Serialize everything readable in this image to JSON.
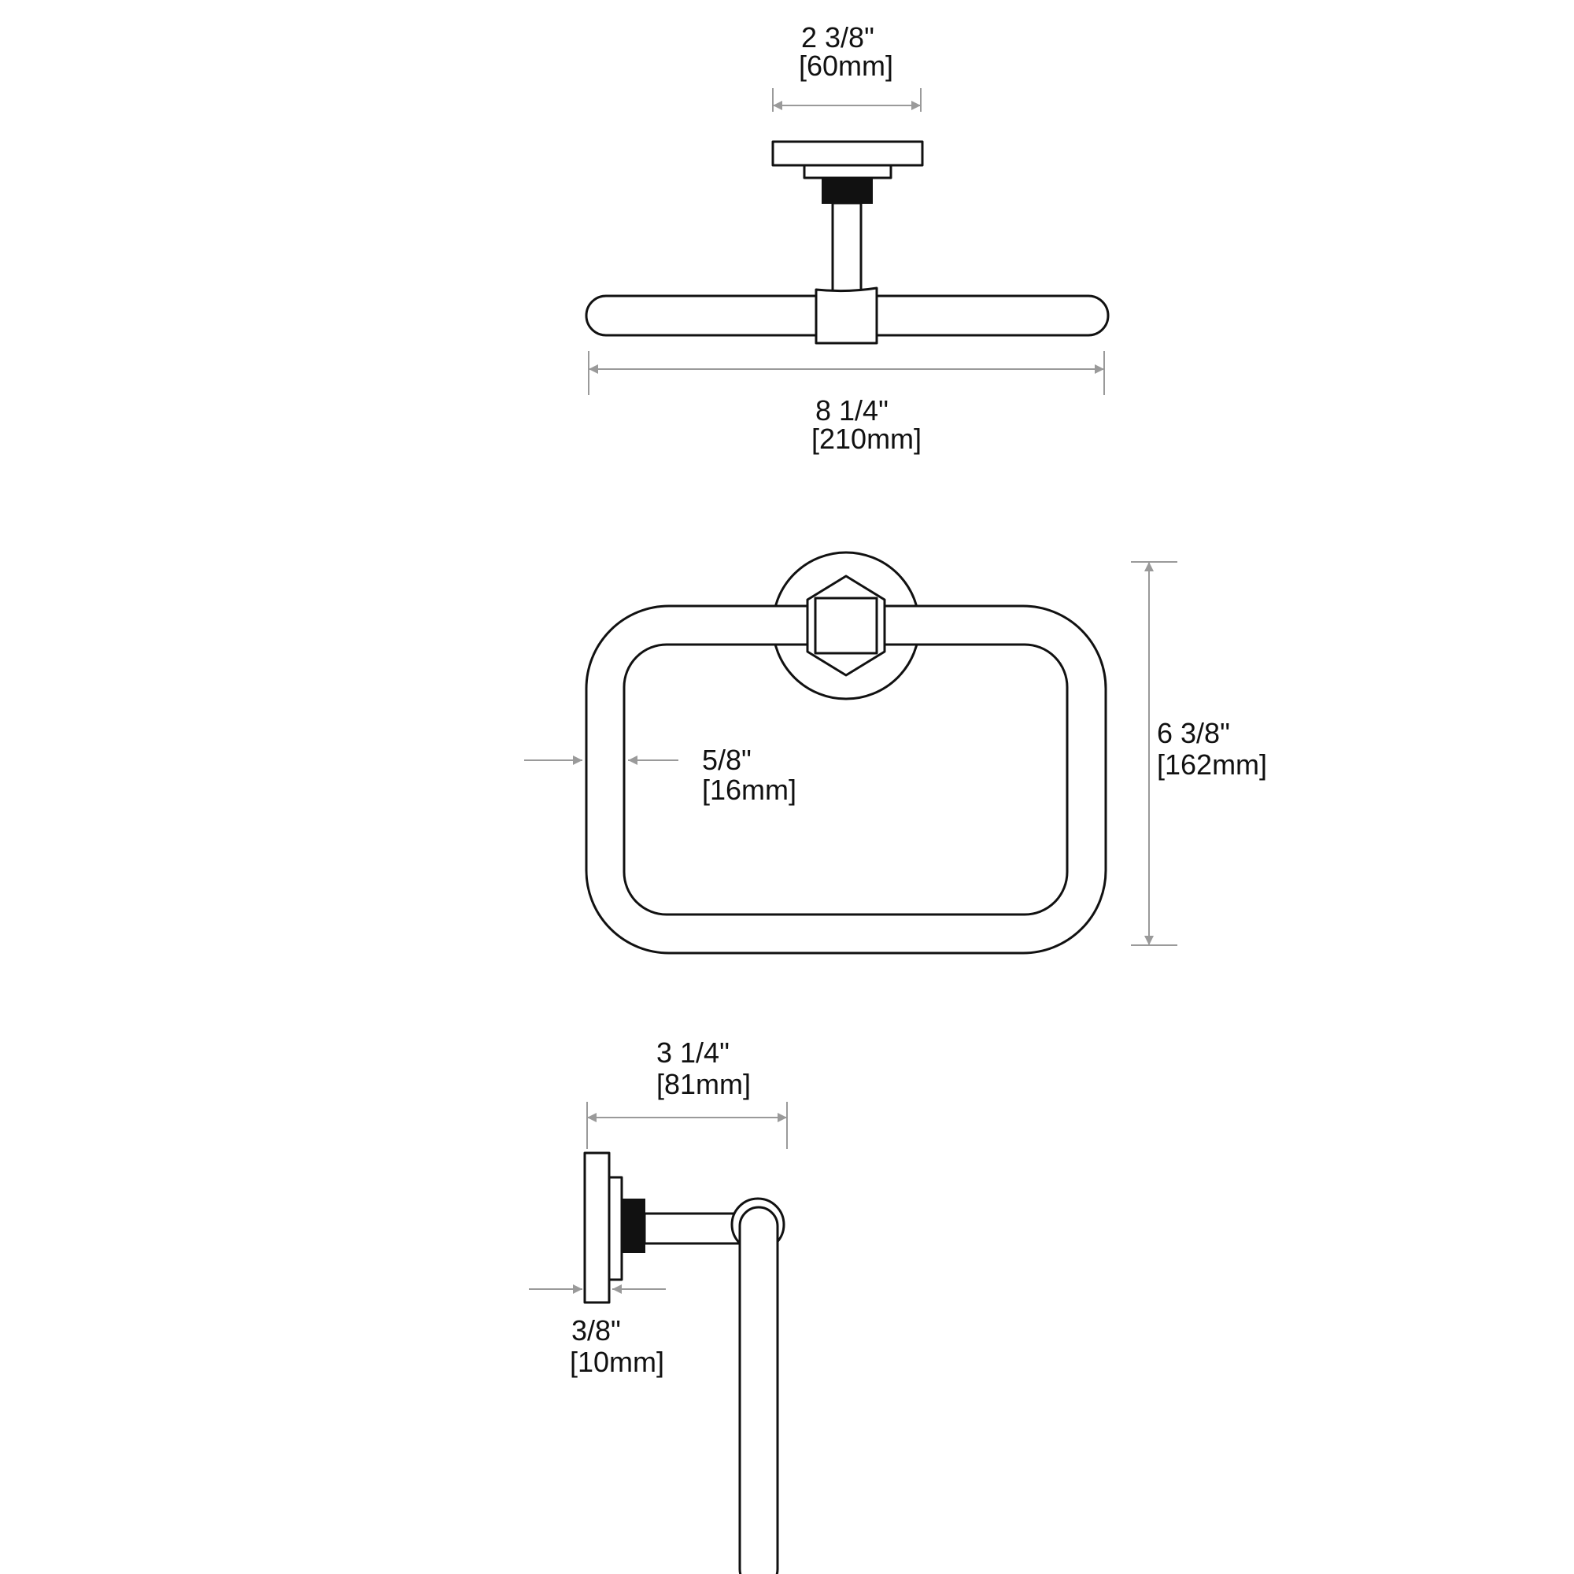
{
  "top_view": {
    "flange_width": {
      "inch": "2 3/8\"",
      "mm": "[60mm]"
    },
    "overall_width": {
      "inch": "8 1/4\"",
      "mm": "[210mm]"
    }
  },
  "front_view": {
    "ring_thickness": {
      "inch": "5/8\"",
      "mm": "[16mm]"
    },
    "overall_height": {
      "inch": "6 3/8\"",
      "mm": "[162mm]"
    }
  },
  "side_view": {
    "projection": {
      "inch": "3 1/4\"",
      "mm": "[81mm]"
    },
    "flange_thickness": {
      "inch": "3/8\"",
      "mm": "[10mm]"
    }
  },
  "colors": {
    "line": "#111111",
    "dimension_line": "#9a9a9a",
    "background": "#ffffff"
  }
}
